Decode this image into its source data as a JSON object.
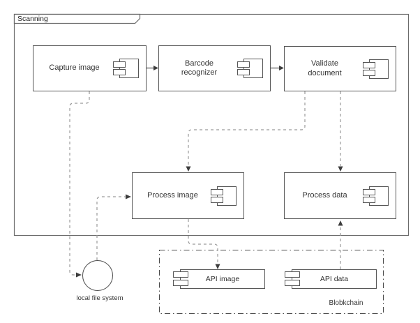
{
  "frame": {
    "label": "Scanning"
  },
  "components": {
    "capture": {
      "label": "Capture image"
    },
    "barcode": {
      "label": "Barcode recognizer"
    },
    "validate": {
      "label": "Validate document"
    },
    "process_image": {
      "label": "Process image"
    },
    "process_data": {
      "label": "Process data"
    },
    "api_image": {
      "label": "API image"
    },
    "api_data": {
      "label": "API data"
    }
  },
  "external_nodes": {
    "local_file_system": {
      "label": "local file system"
    }
  },
  "boundary": {
    "label": "Blobkchain"
  },
  "connections": [
    {
      "from": "Capture image",
      "to": "Barcode recognizer",
      "style": "solid-arrow"
    },
    {
      "from": "Barcode recognizer",
      "to": "Validate document",
      "style": "solid-arrow"
    },
    {
      "from": "Capture image",
      "to": "local file system",
      "style": "dashed-arrow"
    },
    {
      "from": "local file system",
      "to": "Process image",
      "style": "dashed-arrow"
    },
    {
      "from": "Validate document",
      "to": "Process image",
      "style": "dashed-arrow"
    },
    {
      "from": "Validate document",
      "to": "Process data",
      "style": "dashed-arrow"
    },
    {
      "from": "Process image",
      "to": "API image",
      "style": "dashed-arrow"
    },
    {
      "from": "API data",
      "to": "Process data",
      "style": "dashed-arrow"
    }
  ],
  "colors": {
    "background": "#ffffff",
    "component_border": "#565656",
    "frame_border": "#6b6b6b",
    "dashed_connector": "#9a9a9a",
    "solid_connector": "#4d4d4d",
    "arrowhead": "#3d3d3d",
    "boundary_border": "#4a4a4a",
    "text": "#333333"
  }
}
